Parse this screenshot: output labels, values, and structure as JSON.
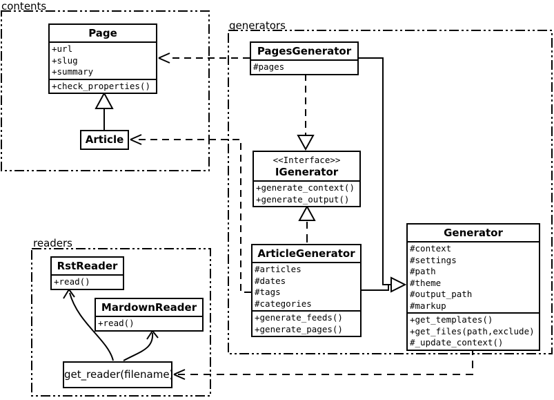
{
  "packages": {
    "contents": {
      "label": "contents"
    },
    "generators": {
      "label": "generators"
    },
    "readers": {
      "label": "readers"
    }
  },
  "classes": {
    "page": {
      "name": "Page",
      "attributes": [
        "+url",
        "+slug",
        "+summary"
      ],
      "methods": [
        "+check_properties()"
      ]
    },
    "article": {
      "name": "Article"
    },
    "pages_generator": {
      "name": "PagesGenerator",
      "attributes": [
        "#pages"
      ]
    },
    "igenerator": {
      "stereotype": "<<Interface>>",
      "name": "IGenerator",
      "methods": [
        "+generate_context()",
        "+generate_output()"
      ]
    },
    "article_generator": {
      "name": "ArticleGenerator",
      "attributes": [
        "#articles",
        "#dates",
        "#tags",
        "#categories"
      ],
      "methods": [
        "+generate_feeds()",
        "+generate_pages()"
      ]
    },
    "generator": {
      "name": "Generator",
      "attributes": [
        "#context",
        "#settings",
        "#path",
        "#theme",
        "#output_path",
        "#markup"
      ],
      "methods": [
        "+get_templates()",
        "+get_files(path,exclude)",
        "#_update_context()"
      ]
    },
    "rst_reader": {
      "name": "RstReader",
      "methods": [
        "+read()"
      ]
    },
    "markdown_reader": {
      "name": "MardownReader",
      "methods": [
        "+read()"
      ]
    },
    "get_reader": {
      "label": "get_reader(filename)"
    }
  },
  "relationships": [
    {
      "type": "dependency",
      "from": "PagesGenerator",
      "to": "Page"
    },
    {
      "type": "realization",
      "from": "PagesGenerator",
      "to": "IGenerator"
    },
    {
      "type": "realization",
      "from": "ArticleGenerator",
      "to": "IGenerator"
    },
    {
      "type": "inheritance",
      "from": "Article",
      "to": "Page"
    },
    {
      "type": "inheritance",
      "from": "PagesGenerator",
      "to": "Generator"
    },
    {
      "type": "inheritance",
      "from": "ArticleGenerator",
      "to": "Generator"
    },
    {
      "type": "dependency",
      "from": "ArticleGenerator",
      "to": "Article"
    },
    {
      "type": "dependency",
      "from": "Generator",
      "to": "get_reader(filename)"
    },
    {
      "type": "arrow",
      "from": "get_reader(filename)",
      "to": "RstReader"
    },
    {
      "type": "arrow",
      "from": "get_reader(filename)",
      "to": "MardownReader"
    }
  ],
  "colors": {
    "line": "#000000",
    "background": "#ffffff"
  }
}
